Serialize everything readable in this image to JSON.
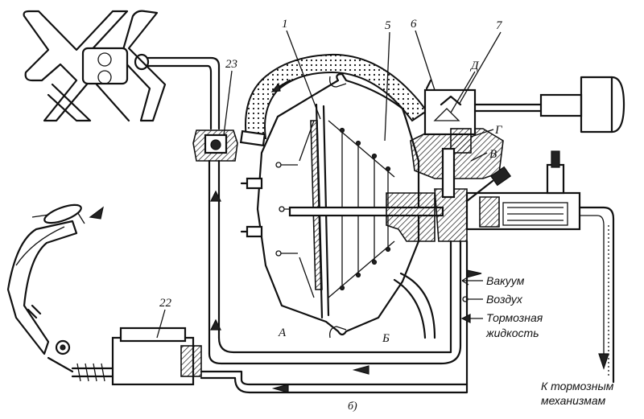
{
  "callouts": {
    "n1": "1",
    "n5": "5",
    "n6": "6",
    "n7": "7",
    "n23": "23",
    "n22": "22",
    "D": "Д",
    "G": "Г",
    "V": "В",
    "A": "А",
    "B": "Б"
  },
  "legend": {
    "vacuum": "Вакуум",
    "air": "Воздух",
    "fluid_line1": "Тормозная",
    "fluid_line2": "жидкость"
  },
  "destination": {
    "line1": "К тормозным",
    "line2": "механизмам"
  },
  "caption": "б)"
}
